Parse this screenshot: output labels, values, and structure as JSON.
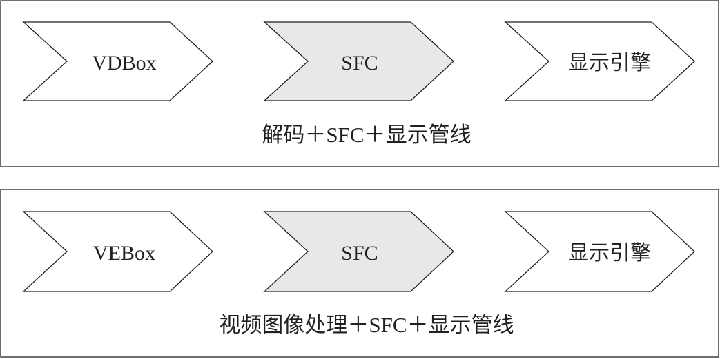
{
  "colors": {
    "stroke": "#231f20",
    "text": "#231f20",
    "background": "#ffffff",
    "plain_stage_fill": "#ffffff",
    "highlight_stage_fill": "#e8e8e8"
  },
  "pipelines": [
    {
      "stages": [
        {
          "label": "VDBox",
          "highlighted": false
        },
        {
          "label": "SFC",
          "highlighted": true
        },
        {
          "label": "显示引擎",
          "highlighted": false
        }
      ],
      "caption": "解码＋SFC＋显示管线"
    },
    {
      "stages": [
        {
          "label": "VEBox",
          "highlighted": false
        },
        {
          "label": "SFC",
          "highlighted": true
        },
        {
          "label": "显示引擎",
          "highlighted": false
        }
      ],
      "caption": "视频图像处理＋SFC＋显示管线"
    }
  ]
}
